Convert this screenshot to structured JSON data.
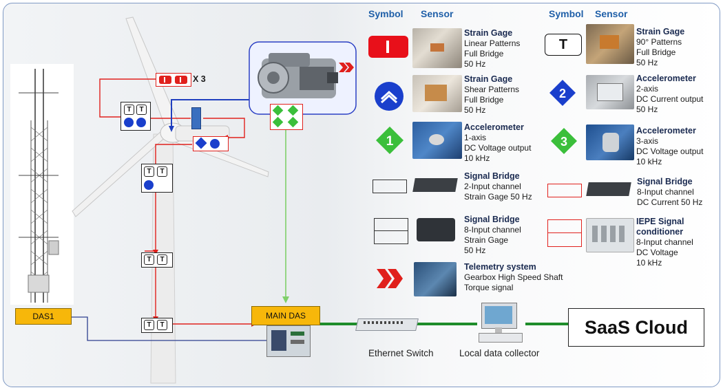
{
  "headers": {
    "symbol_left": "Symbol",
    "sensor_left": "Sensor",
    "symbol_right": "Symbol",
    "sensor_right": "Sensor"
  },
  "legend": [
    {
      "id": "strain-linear",
      "title": "Strain Gage",
      "lines": [
        "Linear Patterns",
        "Full Bridge",
        "50 Hz"
      ],
      "icon": "strain-gage-linear-icon"
    },
    {
      "id": "strain-shear",
      "title": "Strain Gage",
      "lines": [
        "Shear Patterns",
        "Full Bridge",
        "50 Hz"
      ],
      "icon": "strain-gage-shear-icon"
    },
    {
      "id": "accel-1",
      "title": "Accelerometer",
      "lines": [
        "1-axis",
        "DC Voltage output",
        "10 kHz"
      ],
      "icon": "accelerometer-1axis-icon",
      "symbol_text": "1"
    },
    {
      "id": "bridge-2",
      "title": "Signal Bridge",
      "lines": [
        "2-Input channel",
        "Strain Gage 50 Hz"
      ],
      "icon": "signal-bridge-2ch-icon"
    },
    {
      "id": "bridge-8sg",
      "title": "Signal Bridge",
      "lines": [
        "8-Input channel",
        "Strain Gage",
        "50 Hz"
      ],
      "icon": "signal-bridge-8ch-icon"
    },
    {
      "id": "telemetry",
      "title": "Telemetry system",
      "lines": [
        "Gearbox High Speed Shaft",
        "Torque signal"
      ],
      "icon": "telemetry-icon"
    },
    {
      "id": "strain-90",
      "title": "Strain Gage",
      "lines": [
        "90° Patterns",
        "Full Bridge",
        "50 Hz"
      ],
      "icon": "strain-gage-90-icon",
      "symbol_text": "T"
    },
    {
      "id": "accel-2",
      "title": "Accelerometer",
      "lines": [
        "2-axis",
        "DC Current output",
        "50 Hz"
      ],
      "icon": "accelerometer-2axis-icon",
      "symbol_text": "2"
    },
    {
      "id": "accel-3",
      "title": "Accelerometer",
      "lines": [
        "3-axis",
        "DC Voltage output",
        "10 kHz"
      ],
      "icon": "accelerometer-3axis-icon",
      "symbol_text": "3"
    },
    {
      "id": "bridge-8dc",
      "title": "Signal Bridge",
      "lines": [
        "8-Input channel",
        "DC Current 50 Hz"
      ],
      "icon": "signal-bridge-dc-icon"
    },
    {
      "id": "iepe",
      "title": "IEPE  Signal conditioner",
      "lines": [
        "8-Input channel",
        "DC Voltage",
        "10 kHz"
      ],
      "icon": "iepe-conditioner-icon"
    }
  ],
  "diagram": {
    "multiplier_label": "X 3",
    "das1_label": "DAS1",
    "main_das_label": "MAIN DAS",
    "cloud_label": "SaaS Cloud",
    "switch_label": "Ethernet  Switch",
    "collector_label": "Local data collector",
    "T_symbol": "T",
    "accel_numbers": [
      "1",
      "2",
      "3"
    ]
  },
  "colors": {
    "red_line": "#e0201c",
    "blue_line": "#1f3fbf",
    "green_line": "#7fcf6a",
    "network_green": "#1e8c2a",
    "accel_green": "#3bbf3b",
    "das_yellow": "#f7b70a",
    "header_blue": "#1f5fa8"
  }
}
